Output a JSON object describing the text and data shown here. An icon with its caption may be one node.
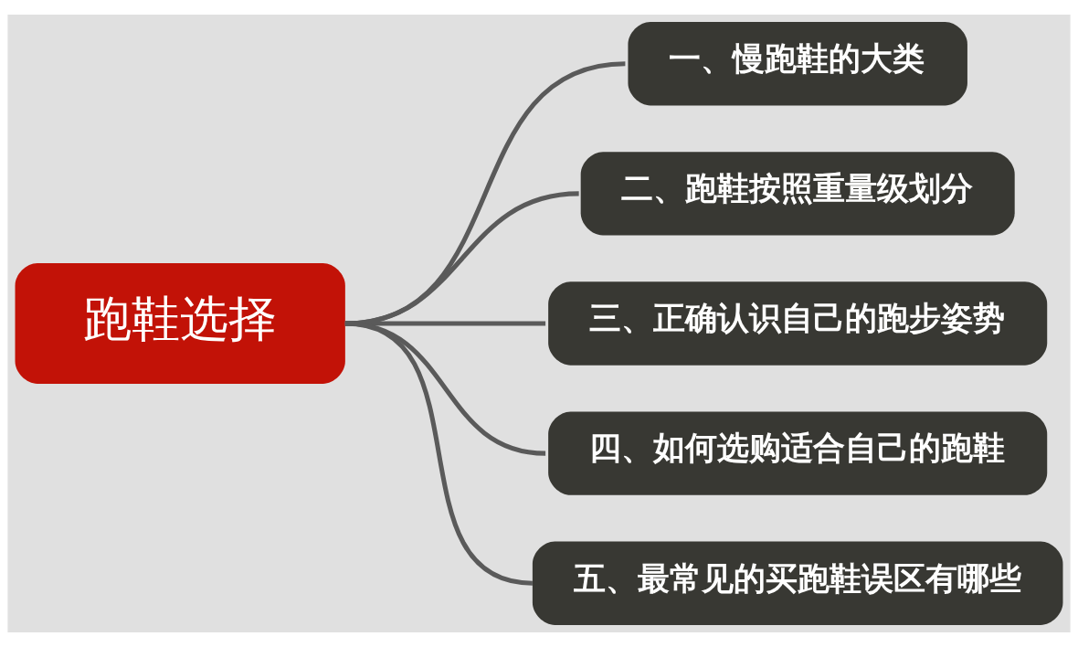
{
  "diagram": {
    "nodes": [
      {
        "text": [
          "跑鞋选择"
        ]
      },
      {
        "text": [
          "一、慢跑鞋的大类"
        ]
      },
      {
        "text": [
          "二、跑鞋按照重量级划分"
        ]
      },
      {
        "text": [
          "三、正确认识自己的跑步姿势"
        ]
      },
      {
        "text": [
          "四、如何选购适合自己的跑鞋"
        ]
      },
      {
        "text": [
          "五、最常见的买跑鞋误区有哪些"
        ]
      }
    ],
    "edges": [
      {
        "from": 0,
        "to": 1,
        "arrow": "none"
      },
      {
        "from": 0,
        "to": 2,
        "arrow": "none"
      },
      {
        "from": 0,
        "to": 3,
        "arrow": "none"
      },
      {
        "from": 0,
        "to": 4,
        "arrow": "none"
      },
      {
        "from": 0,
        "to": 5,
        "arrow": "none"
      }
    ]
  }
}
